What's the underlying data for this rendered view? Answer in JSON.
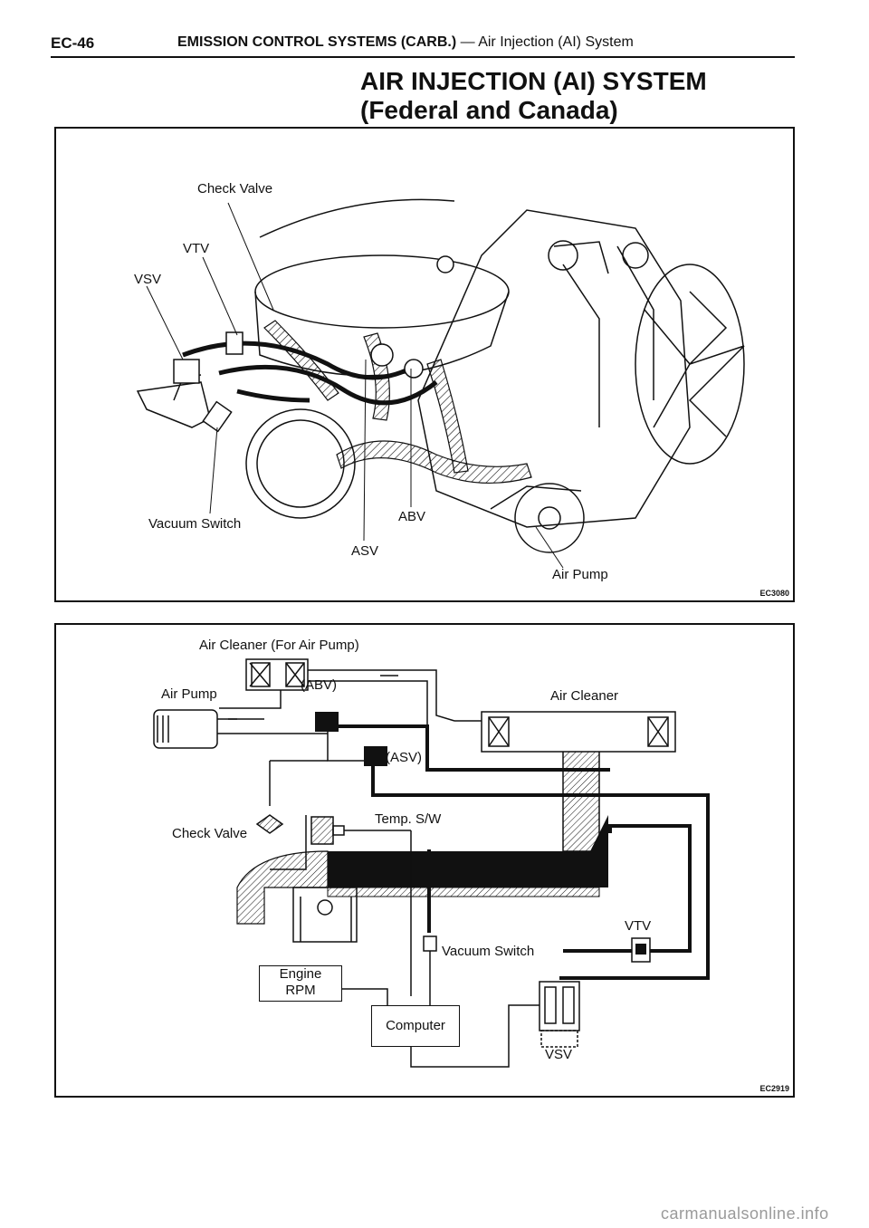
{
  "header": {
    "page_code": "EC-46",
    "section_bold": "EMISSION CONTROL SYSTEMS (CARB.)",
    "section_rest": "— Air Injection (AI) System"
  },
  "title": {
    "line1": "AIR INJECTION (AI) SYSTEM",
    "line2": "(Federal and Canada)"
  },
  "figure1": {
    "labels": {
      "check_valve": "Check Valve",
      "vtv": "VTV",
      "vsv": "VSV",
      "vacuum_switch": "Vacuum Switch",
      "abv": "ABV",
      "asv": "ASV",
      "air_pump": "Air Pump"
    },
    "code": "EC3080"
  },
  "figure2": {
    "labels": {
      "air_cleaner_pump": "Air Cleaner (For Air Pump)",
      "air_pump": "Air Pump",
      "abv": "(ABV)",
      "asv": "(ASV)",
      "air_cleaner": "Air Cleaner",
      "check_valve": "Check Valve",
      "temp_sw": "Temp. S/W",
      "vtv": "VTV",
      "vacuum_switch": "Vacuum Switch",
      "engine": "Engine",
      "rpm": "RPM",
      "computer": "Computer",
      "vsv": "VSV"
    },
    "code": "EC2919"
  },
  "watermark": "carmanualsonline.info"
}
